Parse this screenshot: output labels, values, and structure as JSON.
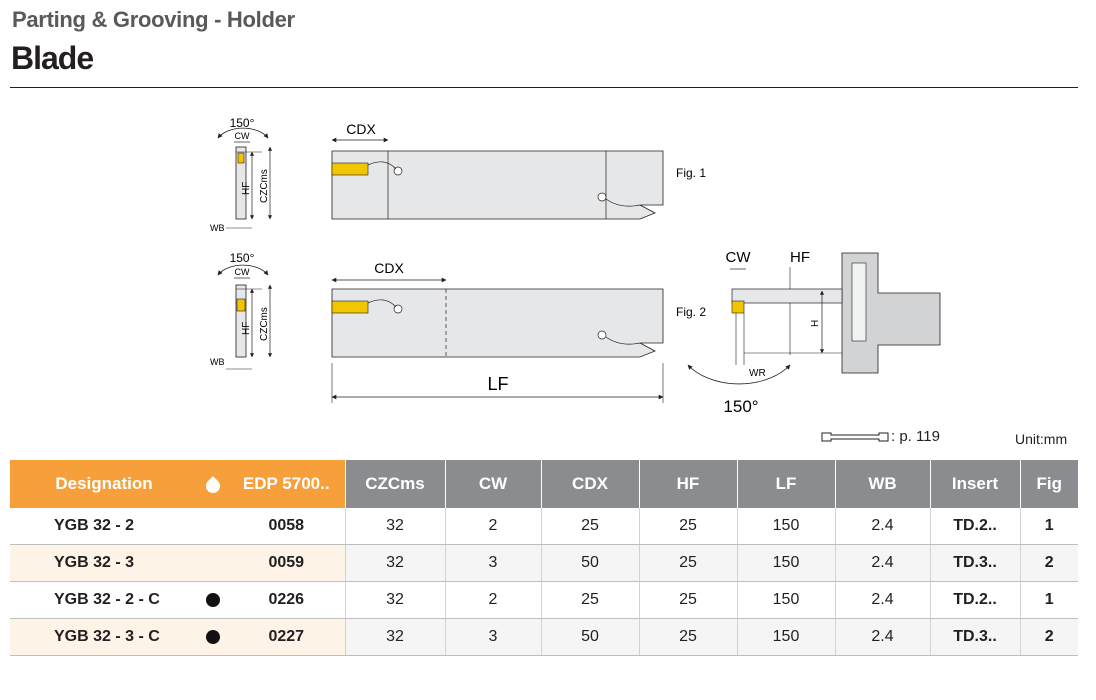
{
  "header": {
    "subtitle": "Parting & Grooving - Holder",
    "title": "Blade"
  },
  "drawing": {
    "angle_small": "150°",
    "cw": "CW",
    "hf": "HF",
    "czcms": "CZCms",
    "wb": "WB",
    "cdx": "CDX",
    "fig1": "Fig. 1",
    "fig2": "Fig. 2",
    "lf": "LF",
    "h": "H",
    "wr": "WR",
    "angle_large": "150°"
  },
  "reference": {
    "page_text": ": p. 119",
    "icon": "blade-clamp-icon"
  },
  "unit_text": "Unit:mm",
  "table": {
    "columns": [
      "Designation",
      "",
      "EDP 5700..",
      "CZCms",
      "CW",
      "CDX",
      "HF",
      "LF",
      "WB",
      "Insert",
      "Fig"
    ],
    "coolant_icon": "coolant-drop-icon",
    "rows": [
      {
        "designation": "YGB 32 - 2",
        "coolant": false,
        "edp": "0058",
        "czcms": "32",
        "cw": "2",
        "cdx": "25",
        "hf": "25",
        "lf": "150",
        "wb": "2.4",
        "insert": "TD.2..",
        "fig": "1"
      },
      {
        "designation": "YGB 32 - 3",
        "coolant": false,
        "edp": "0059",
        "czcms": "32",
        "cw": "3",
        "cdx": "50",
        "hf": "25",
        "lf": "150",
        "wb": "2.4",
        "insert": "TD.3..",
        "fig": "2"
      },
      {
        "designation": "YGB 32 - 2 - C",
        "coolant": true,
        "edp": "0226",
        "czcms": "32",
        "cw": "2",
        "cdx": "25",
        "hf": "25",
        "lf": "150",
        "wb": "2.4",
        "insert": "TD.2..",
        "fig": "1"
      },
      {
        "designation": "YGB 32 - 3 - C",
        "coolant": true,
        "edp": "0227",
        "czcms": "32",
        "cw": "3",
        "cdx": "50",
        "hf": "25",
        "lf": "150",
        "wb": "2.4",
        "insert": "TD.3..",
        "fig": "2"
      }
    ]
  },
  "colors": {
    "orange_header": "#f7a03b",
    "gray_header": "#8a8c8f",
    "insert_yellow": "#f2c500",
    "body_gray": "#e6e7e8"
  }
}
